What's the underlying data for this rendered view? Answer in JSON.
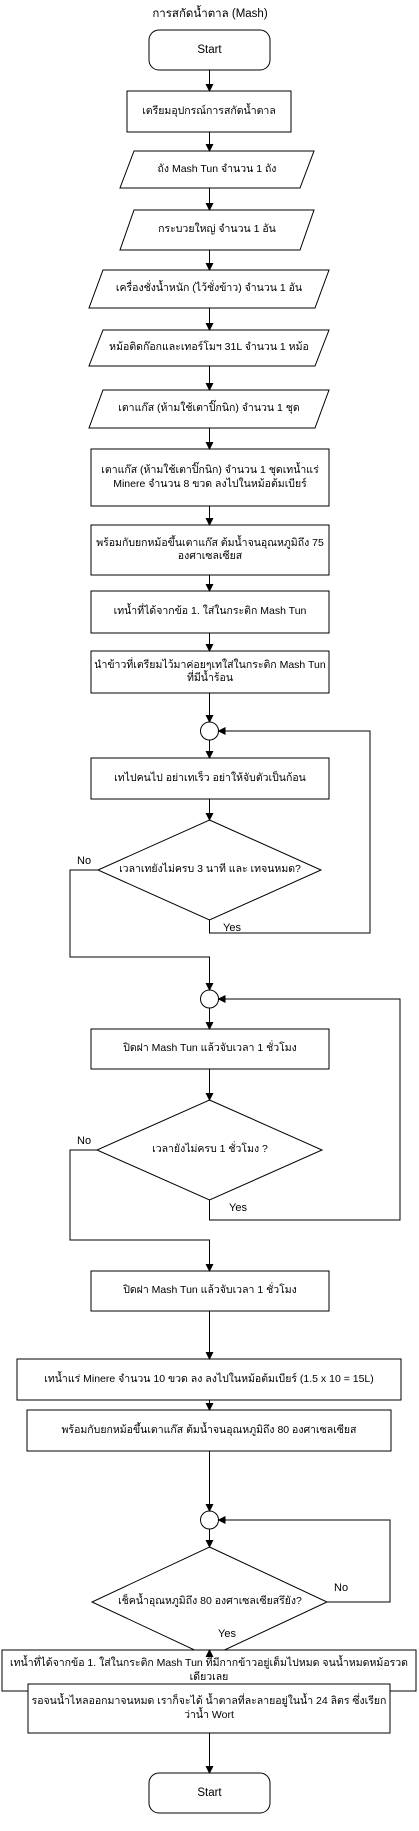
{
  "title": "การสกัดน้ำตาล (Mash)",
  "nodes": {
    "start_top": "Start",
    "step_prepare": "เตรียมอุปกรณ์การสกัดน้ำตาล",
    "io_mash_tun": "ถัง Mash Tun จำนวน 1 ถัง",
    "io_big_scoop": "กระบวยใหญ่ จำนวน 1 อัน",
    "io_scale": "เครื่องชั่งน้ำหนัก (ไว้ชั่งข้าว) จำนวน 1 อัน",
    "io_pot": "หม้อติดก๊อกและเทอร์โมฯ 31L จำนวน 1 หม้อ",
    "io_stove": "เตาแก๊ส (ห้ามใช้เตาปิ๊กนิก) จำนวน 1 ชุด",
    "step_pour_water": "เตาแก๊ส (ห้ามใช้เตาปิ๊กนิก) จำนวน 1 ชุดเทน้ำแร่ Minere จำนวน 8 ขวด ลงไปในหม้อต้มเบียร์",
    "step_heat_75": "พร้อมกับยกหม้อขึ้นเตาแก๊ส ต้มน้ำจนอุณหภูมิถึง 75 องศาเซลเซียส",
    "step_pour_into_tun": "เทน้ำที่ได้จากข้อ 1. ใส่ในกระติก Mash Tun",
    "step_add_rice": "นำข้าวที่เตรียมไว้มาค่อยๆเทใส่ในกระติก Mash Tun ที่มีน้ำร้อน",
    "step_pour_slow": "เทไปคนไป อย่าเทเร็ว อย่าให้จับตัวเป็นก้อน",
    "dec_3min": "เวลาเทยังไม่ครบ 3 นาที และ เทจนหมด?",
    "step_close_1": "ปิดฝา Mash Tun แล้วจับเวลา 1 ชั่วโมง",
    "dec_1hr": "เวลายังไม่ครบ 1 ชั่วโมง ?",
    "step_close_2": "ปิดฝา Mash Tun แล้วจับเวลา 1 ชั่วโมง",
    "step_pour_10": "เทน้ำแร่ Minere จำนวน 10 ขวด ลง ลงไปในหม้อต้มเบียร์ (1.5 x 10 = 15L)",
    "step_heat_80": "พร้อมกับยกหม้อขึ้นเตาแก๊ส ต้มน้ำจนอุณหภูมิถึง 80 องศาเซลเซียส",
    "dec_80": "เช็คน้ำอุณหภูมิถึง 80 องศาเซลเซียสรึยัง?",
    "step_pour_over": "เทน้ำที่ได้จากข้อ 1. ใส่ในกระติก Mash Tun ที่มีกากข้าวอยู่เต็มไปหมด จนน้ำหมดหม้อรวดเดียวเลย",
    "step_wait_wort": "รอจนน้ำไหลออกมาจนหมด เราก็จะได้ น้ำตาลที่ละลายอยู่ในน้ำ 24 ลิตร ซึ่งเรียกว่าน้ำ Wort",
    "start_bottom": "Start"
  },
  "labels": {
    "no": "No",
    "yes": "Yes"
  }
}
